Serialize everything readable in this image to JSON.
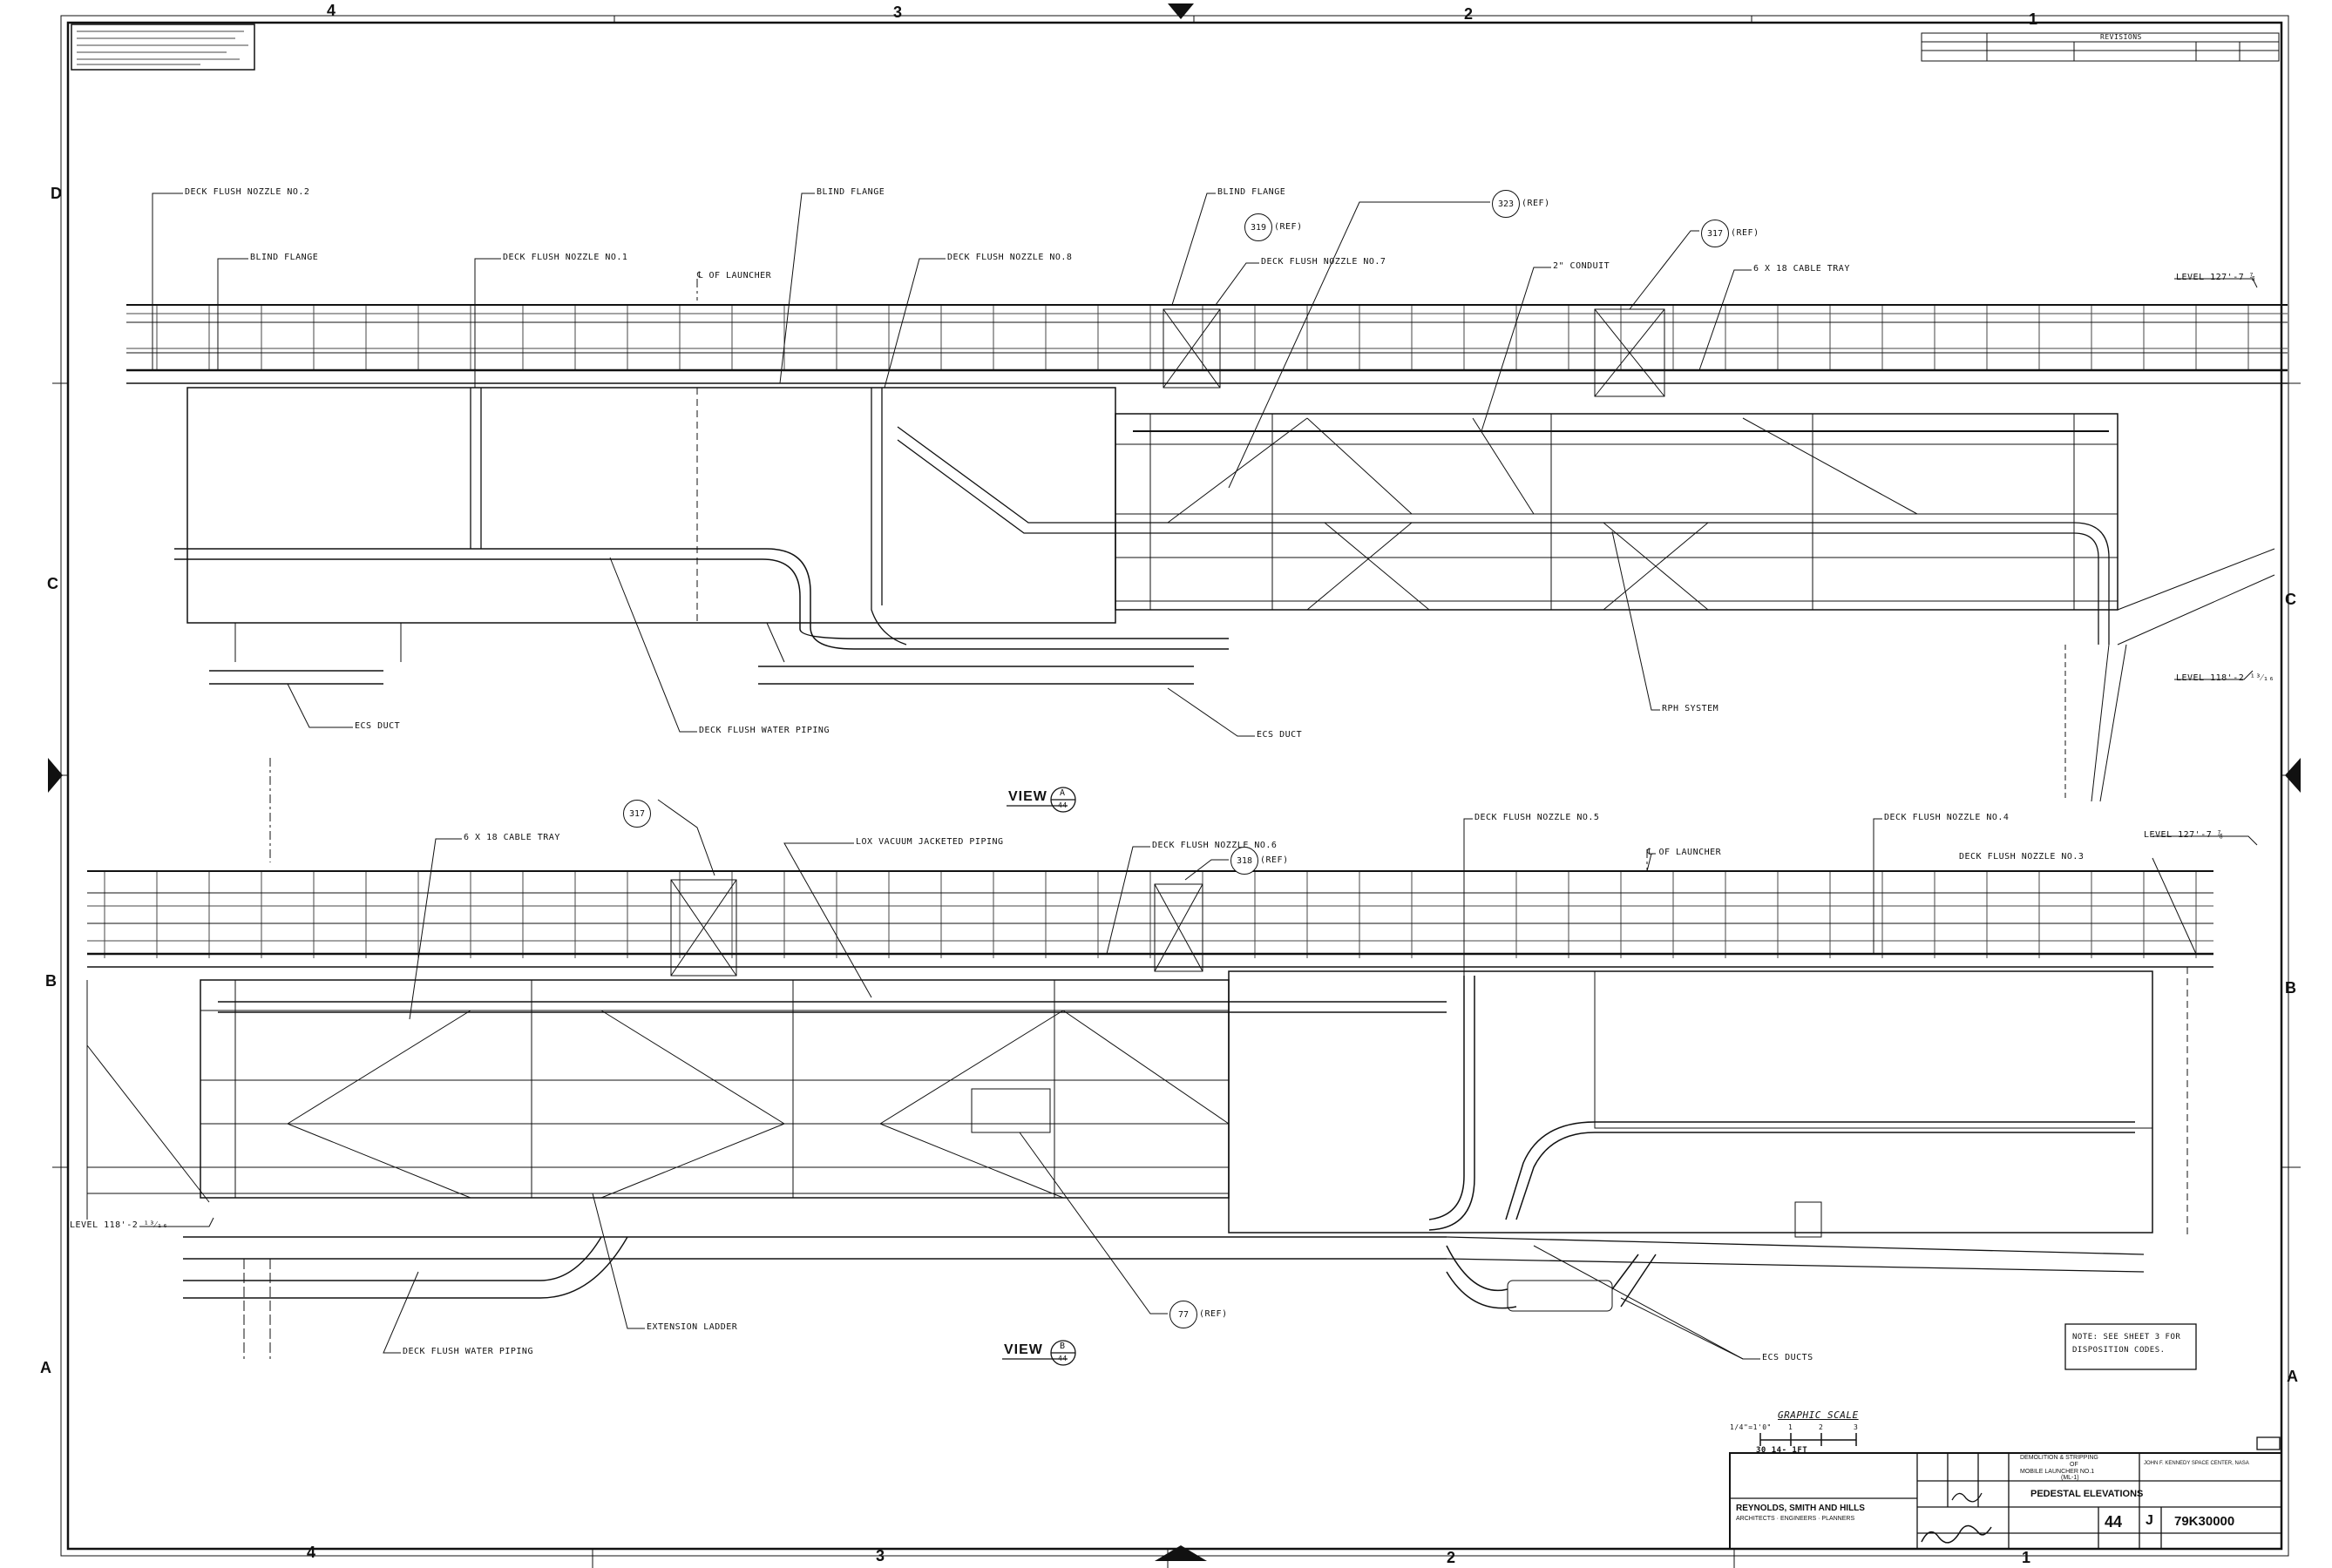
{
  "zones": {
    "top": [
      "4",
      "3",
      "2",
      "1"
    ],
    "bottom": [
      "4",
      "3",
      "2",
      "1"
    ],
    "left": [
      "D",
      "C",
      "B",
      "A"
    ],
    "right": [
      "C",
      "B",
      "A"
    ]
  },
  "header": {
    "revisions": "REVISIONS"
  },
  "view_a": {
    "title": "VIEW",
    "ref": "A",
    "sheet": "44",
    "callouts": {
      "nozzle2": "DECK FLUSH NOZZLE NO.2",
      "blind_flange_left": "BLIND FLANGE",
      "nozzle1": "DECK FLUSH NOZZLE NO.1",
      "cl_launcher": "℄ OF LAUNCHER",
      "blind_flange_mid": "BLIND FLANGE",
      "nozzle8": "DECK FLUSH NOZZLE NO.8",
      "blind_flange_right": "BLIND FLANGE",
      "ref319": "319",
      "ref319_tag": "(REF)",
      "nozzle7": "DECK FLUSH NOZZLE NO.7",
      "ref323": "323",
      "ref323_tag": "(REF)",
      "conduit": "2\" CONDUIT",
      "ref317": "317",
      "ref317_tag": "(REF)",
      "cable_tray": "6 X 18 CABLE TRAY",
      "level_top": "LEVEL 127'-7 ⅞",
      "level_bottom": "LEVEL 118'-2 ¹³⁄₁₆",
      "ecs_duct": "ECS DUCT",
      "deck_water_piping": "DECK FLUSH WATER PIPING",
      "ecs_duct_mid": "ECS DUCT",
      "rph_system": "RPH SYSTEM"
    }
  },
  "view_b": {
    "title": "VIEW",
    "ref": "B",
    "sheet": "44",
    "callouts": {
      "ref317": "317",
      "cable_tray": "6 X 18 CABLE TRAY",
      "lox_piping": "LOX VACUUM JACKETED PIPING",
      "nozzle6": "DECK FLUSH NOZZLE NO.6",
      "ref318": "318",
      "ref318_tag": "(REF)",
      "nozzle5": "DECK FLUSH NOZZLE NO.5",
      "cl_launcher": "℄ OF LAUNCHER",
      "nozzle4": "DECK FLUSH NOZZLE NO.4",
      "level_top": "LEVEL 127'-7 ⅞",
      "nozzle3": "DECK FLUSH NOZZLE NO.3",
      "level_bottom": "LEVEL 118'-2 ¹³⁄₁₆",
      "deck_water_piping": "DECK FLUSH WATER PIPING",
      "extension_ladder": "EXTENSION LADDER",
      "ref77": "77",
      "ref77_tag": "(REF)",
      "ecs_ducts": "ECS DUCTS"
    }
  },
  "notes": {
    "line1": "NOTE: SEE SHEET 3 FOR",
    "line2": "DISPOSITION CODES."
  },
  "graphic_scale": {
    "title": "GRAPHIC SCALE",
    "ticks": [
      "1/4\"=1'0\"",
      "1",
      "2",
      "3"
    ],
    "caption": "30 14- 1FT"
  },
  "title_block": {
    "firm_line1": "REYNOLDS, SMITH AND HILLS",
    "firm_line2": "ARCHITECTS · ENGINEERS · PLANNERS",
    "project_line1": "DEMOLITION & STRIPPING",
    "project_line2": "OF",
    "project_line3": "MOBILE LAUNCHER NO.1",
    "project_line4": "(ML-1)",
    "sheet_title": "PEDESTAL ELEVATIONS",
    "sheet_no": "44",
    "size": "J",
    "drawing_no": "79K30000",
    "agency": "JOHN F. KENNEDY SPACE CENTER, NASA"
  }
}
